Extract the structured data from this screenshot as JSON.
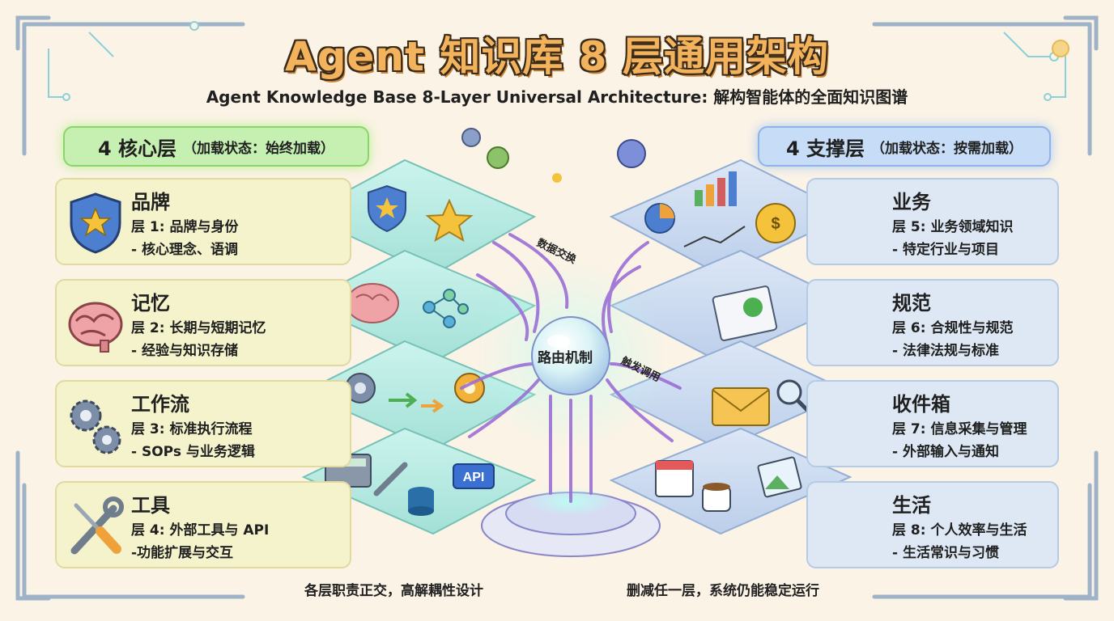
{
  "title": "Agent 知识库 8 层通用架构",
  "subtitle": "Agent Knowledge Base 8-Layer Universal Architecture: 解构智能体的全面知识图谱",
  "core_group": {
    "label": "4 核心层",
    "note": "（加载状态：始终加载）"
  },
  "support_group": {
    "label": "4 支撑层",
    "note": "（加载状态：按需加载）"
  },
  "core_layers": [
    {
      "name": "品牌",
      "line1": "层 1: 品牌与身份",
      "line2": "- 核心理念、语调",
      "icon": "shield-star-icon"
    },
    {
      "name": "记忆",
      "line1": "层 2: 长期与短期记忆",
      "line2": "- 经验与知识存储",
      "icon": "brain-icon"
    },
    {
      "name": "工作流",
      "line1": "层 3: 标准执行流程",
      "line2": "- SOPs 与业务逻辑",
      "icon": "gears-icon"
    },
    {
      "name": "工具",
      "line1": "层 4: 外部工具与 API",
      "line2": "-功能扩展与交互",
      "icon": "wrench-screwdriver-icon"
    }
  ],
  "support_layers": [
    {
      "name": "业务",
      "line1": "层 5: 业务领域知识",
      "line2": "- 特定行业与项目",
      "icon": "business-chart-icon"
    },
    {
      "name": "规范",
      "line1": "层 6: 合规性与规范",
      "line2": "- 法律法规与标准",
      "icon": "compliance-document-icon"
    },
    {
      "name": "收件箱",
      "line1": "层 7: 信息采集与管理",
      "line2": "- 外部输入与通知",
      "icon": "envelope-icon"
    },
    {
      "name": "生活",
      "line1": "层 8: 个人效率与生活",
      "line2": "- 生活常识与习惯",
      "icon": "calendar-coffee-icon"
    }
  ],
  "hub": {
    "label": "路由机制"
  },
  "flows": {
    "exchange": "数据交换",
    "invoke": "触发调用"
  },
  "api_badge": "API",
  "footer": {
    "left": "各层职责正交，高解耦性设计",
    "right": "删减任一层，系统仍能稳定运行"
  },
  "colors": {
    "title_fill": "#f3b35c",
    "core_accent": "#8bd46c",
    "support_accent": "#8fb3e6",
    "flow_purple": "#9b6fd6",
    "hub_glow": "#7ee0d0"
  }
}
